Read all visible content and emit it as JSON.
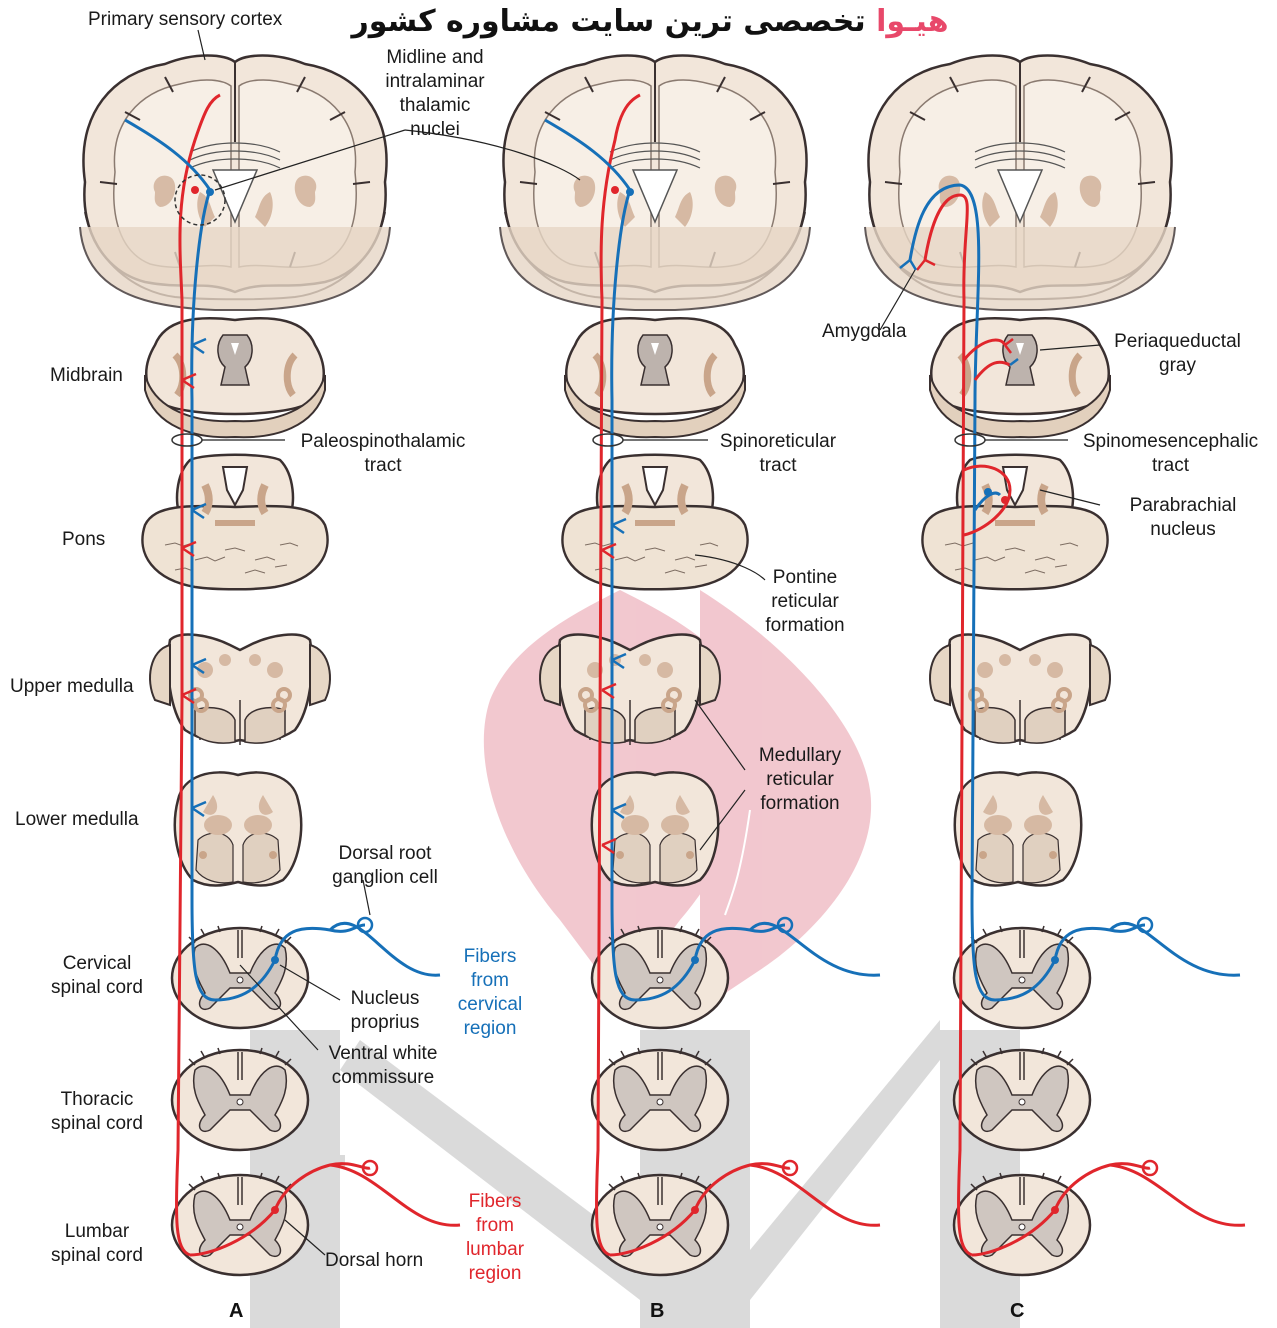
{
  "banner": {
    "brand": "هیـوا",
    "text": "تخصصی ترین سایت مشاوره کشور"
  },
  "levels": {
    "midbrain": "Midbrain",
    "pons": "Pons",
    "upper_medulla": "Upper medulla",
    "lower_medulla": "Lower medulla",
    "cervical": [
      "Cervical",
      "spinal cord"
    ],
    "thoracic": [
      "Thoracic",
      "spinal cord"
    ],
    "lumbar": [
      "Lumbar",
      "spinal cord"
    ]
  },
  "panel_a": {
    "letter": "A",
    "primary_sensory_cortex": "Primary sensory cortex",
    "thalamic_nuclei": [
      "Midline and",
      "intralaminar",
      "thalamic",
      "nuclei"
    ],
    "tract": [
      "Paleospinothalamic",
      "tract"
    ],
    "drg": [
      "Dorsal root",
      "ganglion cell"
    ],
    "cervical_fibers": [
      "Fibers",
      "from",
      "cervical",
      "region"
    ],
    "nucleus_proprius": [
      "Nucleus",
      "proprius"
    ],
    "ventral_white_commissure": [
      "Ventral white",
      "commissure"
    ],
    "lumbar_fibers": [
      "Fibers",
      "from",
      "lumbar",
      "region"
    ],
    "dorsal_horn": "Dorsal horn"
  },
  "panel_b": {
    "letter": "B",
    "tract": [
      "Spinoreticular",
      "tract"
    ],
    "pontine": [
      "Pontine",
      "reticular",
      "formation"
    ],
    "medullary": [
      "Medullary",
      "reticular",
      "formation"
    ]
  },
  "panel_c": {
    "letter": "C",
    "amygdala": "Amygdala",
    "pag": [
      "Periaqueductal",
      "gray"
    ],
    "tract": [
      "Spinomesencephalic",
      "tract"
    ],
    "parabrachial": [
      "Parabrachial",
      "nucleus"
    ]
  },
  "colors": {
    "blue_pathway": "#1670b8",
    "red_pathway": "#e0262c",
    "tissue": "#f2e6da",
    "tissue_edge": "#3a3030",
    "gray_matter": "#cfc6c0",
    "nuclei": "#c9a58a"
  }
}
